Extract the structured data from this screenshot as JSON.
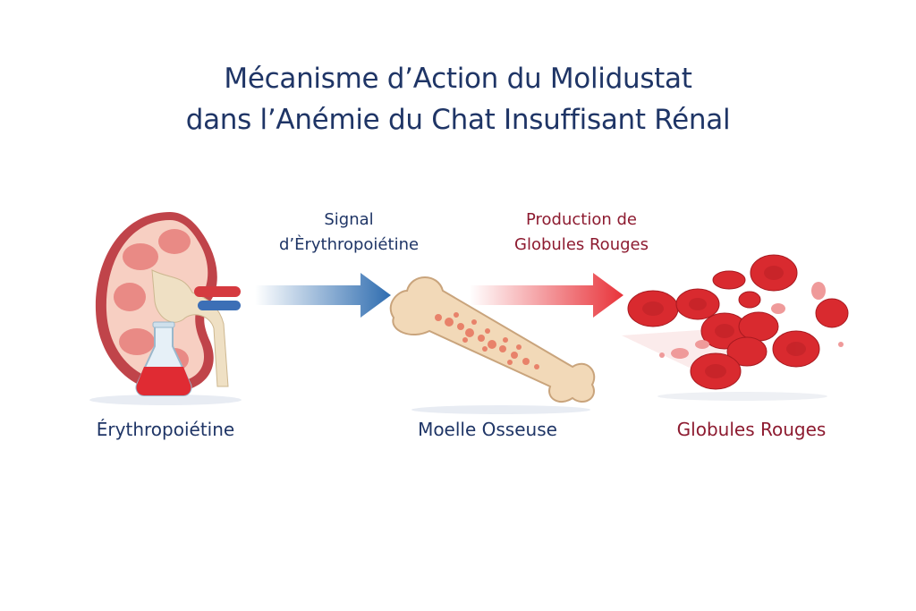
{
  "title": {
    "line1": "Mécanisme d’Action du Molidustat",
    "line2": "dans l’Anémie du Chat Insuffisant Rénal"
  },
  "nodes": [
    {
      "id": "kidney",
      "label": "Érythropoiétine",
      "icon": "kidney-with-flask-icon",
      "color": "#1f3566"
    },
    {
      "id": "bone",
      "label": "Moelle Osseuse",
      "icon": "bone-marrow-icon",
      "color": "#1f3566"
    },
    {
      "id": "rbc",
      "label": "Globules Rouges",
      "icon": "red-blood-cells-icon",
      "color": "#8d1b30"
    }
  ],
  "edges": [
    {
      "from": "kidney",
      "to": "bone",
      "line1": "Signal",
      "line2": "d’Èrythropoiétine",
      "color": "#2f6db0"
    },
    {
      "from": "bone",
      "to": "rbc",
      "line1": "Production de",
      "line2": "Globules Rouges",
      "color": "#e8333a"
    }
  ]
}
